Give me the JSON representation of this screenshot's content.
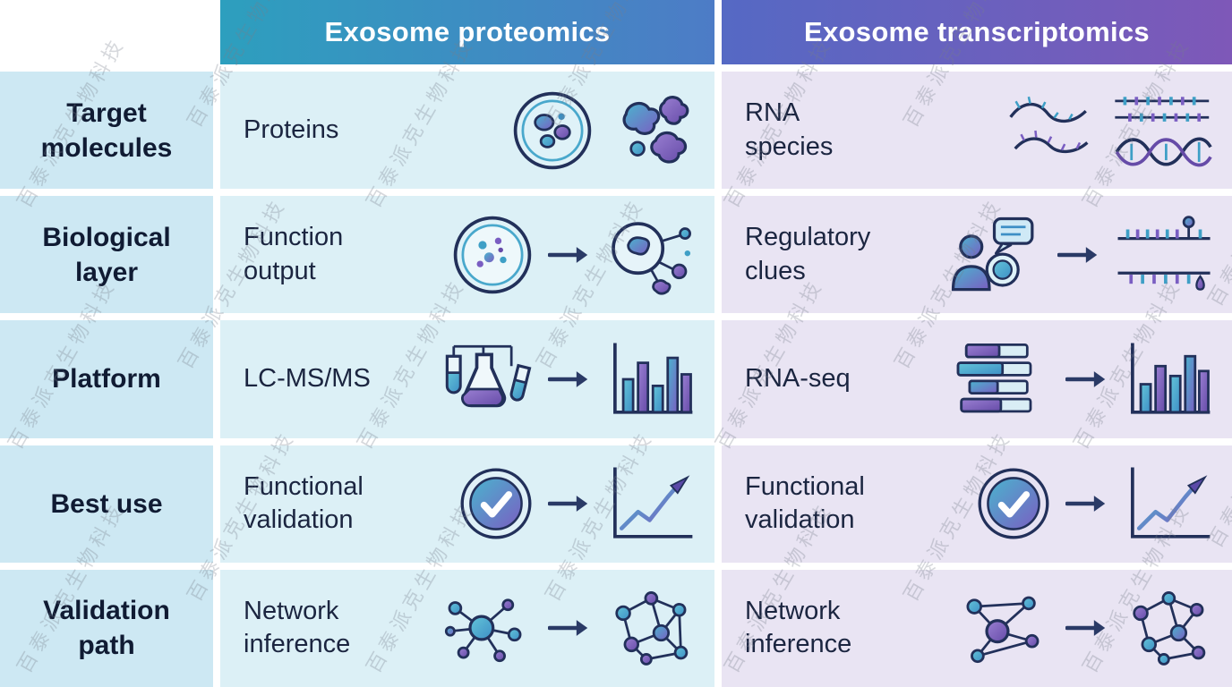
{
  "watermark": {
    "text": "百泰派克生物科技"
  },
  "colors": {
    "header_proteomics_gradient": [
      "#2d9fbe",
      "#4d7cc6"
    ],
    "header_transcriptomics_gradient": [
      "#5569c4",
      "#7e58b8"
    ],
    "row_label_bg": "#cde8f3",
    "proteomics_cell_bg": "#dcf0f6",
    "transcriptomics_cell_bg": "#e9e4f3",
    "text_dark": "#1b2540",
    "icon_stroke": "#22305a",
    "accent_teal": "#3e9fc6",
    "accent_purple": "#7a5ec2"
  },
  "header": {
    "proteomics": "Exosome proteomics",
    "transcriptomics": "Exosome transcriptomics"
  },
  "rows": [
    {
      "label": "Target\nmolecules",
      "proteomics": {
        "text": "Proteins",
        "icons": [
          "exosome-vesicle-icon",
          "protein-blobs-icon"
        ],
        "has_arrow": false
      },
      "transcriptomics": {
        "text": "RNA\nspecies",
        "icons": [
          "rna-strands-icon",
          "reads-and-helix-icon"
        ],
        "has_arrow": false
      }
    },
    {
      "label": "Biological\nlayer",
      "proteomics": {
        "text": "Function\noutput",
        "icons": [
          "petri-dish-icon",
          "signaling-cell-icon"
        ],
        "has_arrow": true
      },
      "transcriptomics": {
        "text": "Regulatory\nclues",
        "icons": [
          "person-chat-icon",
          "sequence-tracks-icon"
        ],
        "has_arrow": true
      }
    },
    {
      "label": "Platform",
      "proteomics": {
        "text": "LC-MS/MS",
        "icons": [
          "lab-flasks-icon",
          "bar-chart-icon"
        ],
        "has_arrow": true
      },
      "transcriptomics": {
        "text": "RNA-seq",
        "icons": [
          "stacked-reads-icon",
          "bar-chart-icon"
        ],
        "has_arrow": true
      }
    },
    {
      "label": "Best use",
      "proteomics": {
        "text": "Functional\nvalidation",
        "icons": [
          "check-circle-icon",
          "trend-chart-icon"
        ],
        "has_arrow": true
      },
      "transcriptomics": {
        "text": "Functional\nvalidation",
        "icons": [
          "check-circle-icon",
          "trend-chart-icon"
        ],
        "has_arrow": true
      }
    },
    {
      "label": "Validation\npath",
      "proteomics": {
        "text": "Network\ninference",
        "icons": [
          "hub-network-icon",
          "mesh-network-icon"
        ],
        "has_arrow": true
      },
      "transcriptomics": {
        "text": "Network\ninference",
        "icons": [
          "hub-network-icon",
          "mesh-network-icon"
        ],
        "has_arrow": true
      }
    }
  ]
}
